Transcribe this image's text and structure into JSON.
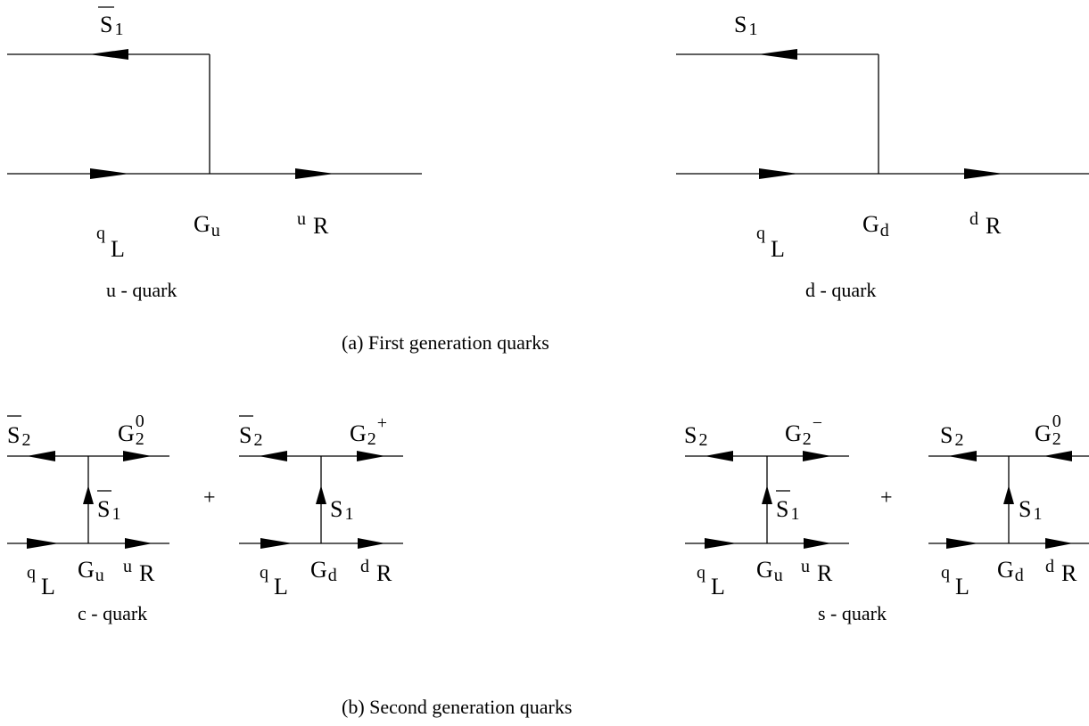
{
  "first_generation": {
    "caption": "(a)  First generation quarks",
    "u_quark": {
      "top_label": "S",
      "top_label_sub": "1",
      "top_bar": true,
      "q_label": "q",
      "q_sub": "L",
      "vertex_label": "G",
      "vertex_sub": "u",
      "out_label": "u",
      "out_sub": "R",
      "name": "u - quark"
    },
    "d_quark": {
      "top_label": "S",
      "top_label_sub": "1",
      "top_bar": false,
      "q_label": "q",
      "q_sub": "L",
      "vertex_label": "G",
      "vertex_sub": "d",
      "out_label": "d",
      "out_sub": "R",
      "name": "d - quark"
    }
  },
  "second_generation": {
    "caption": "(b) Second generation quarks",
    "c_quark": {
      "name": "c - quark",
      "plus": "+",
      "diagrams": [
        {
          "s2": "S",
          "s2_sub": "2",
          "s2_bar": true,
          "g2": "G",
          "g2_sub": "2",
          "g2_sup": "0",
          "s1": "S",
          "s1_sub": "1",
          "s1_bar": true,
          "q": "q",
          "q_sub": "L",
          "g": "G",
          "g_sub": "u",
          "r": "u",
          "r_sub": "R"
        },
        {
          "s2": "S",
          "s2_sub": "2",
          "s2_bar": true,
          "g2": "G",
          "g2_sub": "2",
          "g2_sup": "+",
          "s1": "S",
          "s1_sub": "1",
          "s1_bar": false,
          "q": "q",
          "q_sub": "L",
          "g": "G",
          "g_sub": "d",
          "r": "d",
          "r_sub": "R"
        }
      ]
    },
    "s_quark": {
      "name": "s - quark",
      "plus": "+",
      "diagrams": [
        {
          "s2": "S",
          "s2_sub": "2",
          "s2_bar": false,
          "g2": "G",
          "g2_sub": "2",
          "g2_sup": "−",
          "s1": "S",
          "s1_sub": "1",
          "s1_bar": true,
          "q": "q",
          "q_sub": "L",
          "g": "G",
          "g_sub": "u",
          "r": "u",
          "r_sub": "R"
        },
        {
          "s2": "S",
          "s2_sub": "2",
          "s2_bar": false,
          "g2": "G",
          "g2_sub": "2",
          "g2_sup": "0",
          "s1": "S",
          "s1_sub": "1",
          "s1_bar": false,
          "q": "q",
          "q_sub": "L",
          "g": "G",
          "g_sub": "d",
          "r": "d",
          "r_sub": "R"
        }
      ]
    }
  }
}
